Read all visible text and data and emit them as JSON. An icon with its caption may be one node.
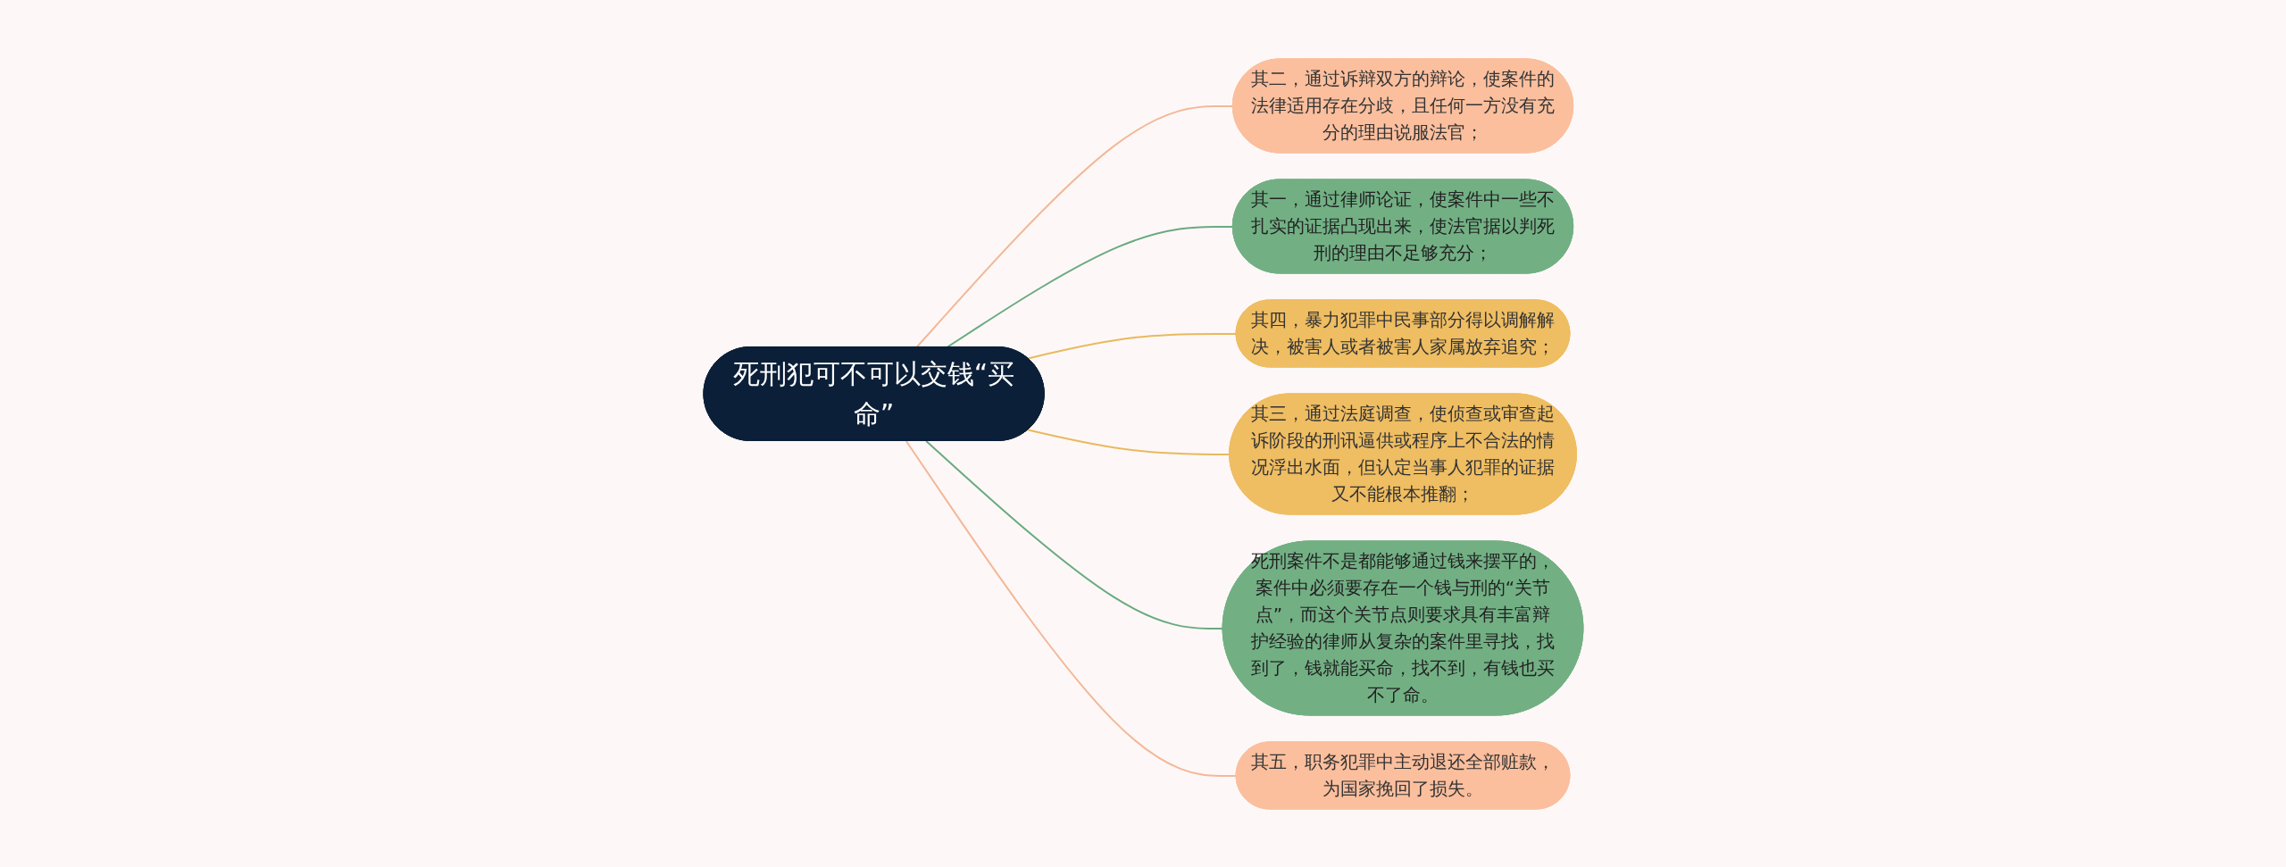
{
  "diagram": {
    "nodes": [
      {
        "text": [
          "死刑犯可不可以交钱“买命”"
        ]
      },
      {
        "text": [
          "其二，通过诉辩双方的辩论，使案件的法律适用存在分歧，且任何一方没有充分的理由说服法官；"
        ]
      },
      {
        "text": [
          "其一，通过律师论证，使案件中一些不扎实的证据凸现出来，使法官据以判死刑的理由不足够充分；"
        ]
      },
      {
        "text": [
          "其四，暴力犯罪中民事部分得以调解解决，被害人或者被害人家属放弃追究；"
        ]
      },
      {
        "text": [
          "其三，通过法庭调查，使侦查或审查起诉阶段的刑讯逼供或程序上不合法的情况浮出水面，但认定当事人犯罪的证据又不能根本推翻；"
        ]
      },
      {
        "text": [
          "死刑案件不是都能够通过钱来摆平的，案件中必须要存在一个钱与刑的“关节点”，而这个关节点则要求具有丰富辩护经验的律师从复杂的案件里寻找，找到了，钱就能买命，找不到，有钱也买不了命。"
        ]
      },
      {
        "text": [
          "其五，职务犯罪中主动退还全部赃款，为国家挽回了损失。"
        ]
      }
    ],
    "edges": [
      {
        "from": 0,
        "to": 1,
        "arrow": "none",
        "color": "#f3b898"
      },
      {
        "from": 0,
        "to": 2,
        "arrow": "none",
        "color": "#6aaa80"
      },
      {
        "from": 0,
        "to": 3,
        "arrow": "none",
        "color": "#e9b95e"
      },
      {
        "from": 0,
        "to": 4,
        "arrow": "none",
        "color": "#e9b95e"
      },
      {
        "from": 0,
        "to": 5,
        "arrow": "none",
        "color": "#6aaa80"
      },
      {
        "from": 0,
        "to": 6,
        "arrow": "none",
        "color": "#f3b898"
      }
    ]
  }
}
